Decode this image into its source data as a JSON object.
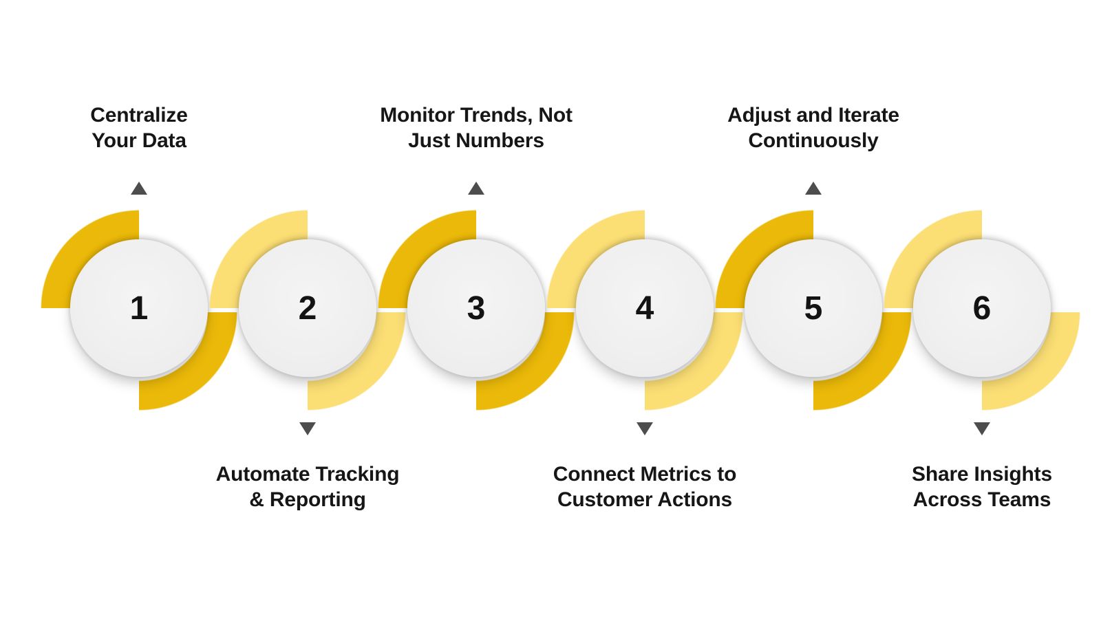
{
  "diagram": {
    "type": "process-steps",
    "step_count": 6
  },
  "colors": {
    "background": "#FFFFFF",
    "accent_dark_gold": "#EBB909",
    "accent_light_yellow": "#FBDE74",
    "circle_fill": "#F0F0F0",
    "arrow": "#4D4D4D",
    "label_text": "#161616",
    "number_text": "#131313"
  },
  "steps": [
    {
      "number": "1",
      "label": "Centralize\nYour Data",
      "label_position": "top",
      "tone": "dark"
    },
    {
      "number": "2",
      "label": "Automate Tracking\n& Reporting",
      "label_position": "bottom",
      "tone": "light"
    },
    {
      "number": "3",
      "label": "Monitor Trends, Not\nJust Numbers",
      "label_position": "top",
      "tone": "dark"
    },
    {
      "number": "4",
      "label": "Connect Metrics to\nCustomer Actions",
      "label_position": "bottom",
      "tone": "light"
    },
    {
      "number": "5",
      "label": "Adjust and Iterate\nContinuously",
      "label_position": "top",
      "tone": "dark"
    },
    {
      "number": "6",
      "label": "Share Insights\nAcross Teams",
      "label_position": "bottom",
      "tone": "light"
    }
  ]
}
